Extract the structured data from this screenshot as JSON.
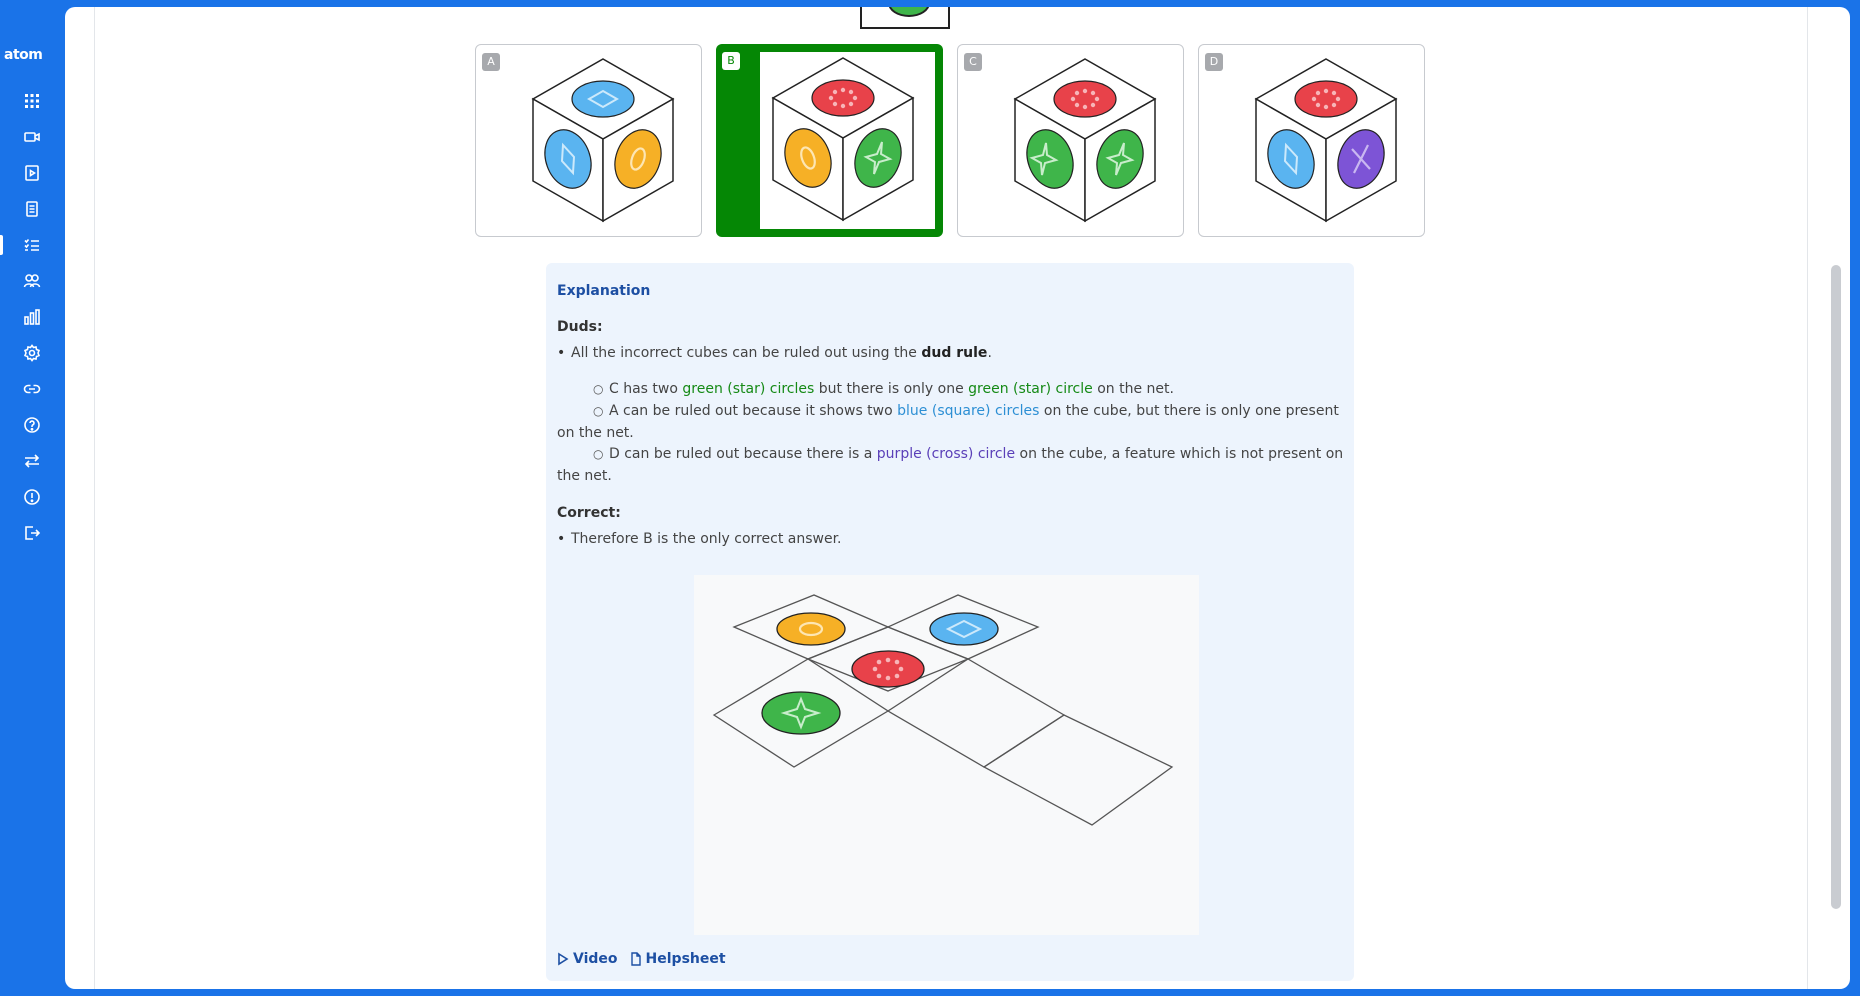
{
  "app": {
    "logo_text": "atom"
  },
  "sidebar": {
    "items": [
      {
        "name": "apps-icon"
      },
      {
        "name": "video-icon"
      },
      {
        "name": "play-doc-icon"
      },
      {
        "name": "document-icon"
      },
      {
        "name": "list-icon",
        "active": true
      },
      {
        "name": "users-icon"
      },
      {
        "name": "chart-icon"
      },
      {
        "name": "gear-icon"
      },
      {
        "name": "link-icon"
      },
      {
        "name": "help-icon"
      },
      {
        "name": "switch-icon"
      },
      {
        "name": "alert-icon"
      },
      {
        "name": "logout-icon"
      }
    ]
  },
  "options": [
    {
      "letter": "A",
      "selected": false
    },
    {
      "letter": "B",
      "selected": true
    },
    {
      "letter": "C",
      "selected": false
    },
    {
      "letter": "D",
      "selected": false
    }
  ],
  "explanation": {
    "title": "Explanation",
    "duds_heading": "Duds:",
    "duds_intro_pre": "All the incorrect cubes can be ruled out using the ",
    "duds_intro_bold": "dud rule",
    "duds_intro_post": ".",
    "c_pre": "C has two ",
    "c_green1": "green (star) circles",
    "c_mid": " but there is only one ",
    "c_green2": "green (star) circle",
    "c_post": " on the net.",
    "a_pre": "A can be ruled out because it shows two ",
    "a_blue": "blue (square) circles",
    "a_post": " on the cube, but there is only one present",
    "a_line2": "on the net.",
    "d_pre": "D can be ruled out because there is a ",
    "d_purple": "purple (cross) circle",
    "d_post": " on the cube, a feature which is not present on",
    "d_line2": "the net.",
    "correct_heading": "Correct:",
    "correct_text": "Therefore B is the only correct answer.",
    "video_label": "Video",
    "helpsheet_label": "Helpsheet"
  },
  "colors": {
    "brand": "#1a73e8",
    "selected": "#058705",
    "red": "#e8424a",
    "blue": "#5ab4f0",
    "orange": "#f6b026",
    "green": "#3fb54a",
    "purple": "#7d54d6"
  }
}
